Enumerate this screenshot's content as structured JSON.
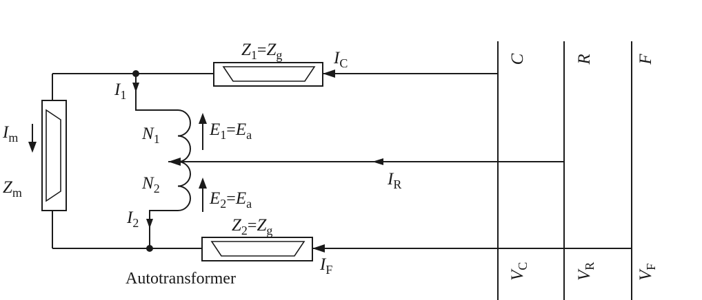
{
  "labels": {
    "z1": "Z",
    "z1_sub": "1",
    "zg1": "Z",
    "zg1_sub": "g",
    "z2": "Z",
    "z2_sub": "2",
    "zg2": "Z",
    "zg2_sub": "g",
    "eq": "=",
    "ic": "I",
    "ic_sub": "C",
    "i1": "I",
    "i1_sub": "1",
    "im": "I",
    "im_sub": "m",
    "zm": "Z",
    "zm_sub": "m",
    "n1": "N",
    "n1_sub": "1",
    "n2": "N",
    "n2_sub": "2",
    "e1": "E",
    "e1_sub": "1",
    "ea1": "E",
    "ea1_sub": "a",
    "e2": "E",
    "e2_sub": "2",
    "ea2": "E",
    "ea2_sub": "a",
    "ir": "I",
    "ir_sub": "R",
    "i2": "I",
    "i2_sub": "2",
    "if": "I",
    "if_sub": "F",
    "autotransformer": "Autotransformer",
    "bus_c": "C",
    "bus_r": "R",
    "bus_f": "F",
    "vc": "V",
    "vc_sub": "C",
    "vr": "V",
    "vr_sub": "R",
    "vf": "V",
    "vf_sub": "F"
  }
}
